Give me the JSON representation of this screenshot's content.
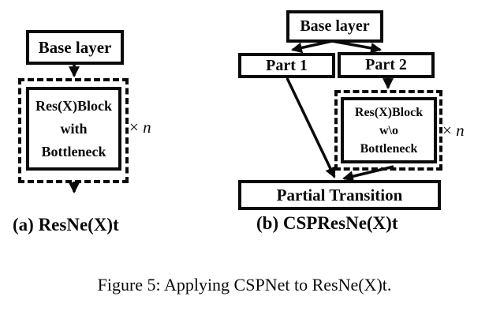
{
  "caption": "Figure 5: Applying CSPNet to ResNe(X)t.",
  "colors": {
    "ink": "#0a0a0a",
    "background": "#ffffff"
  },
  "diagram_a": {
    "label": "(a) ResNe(X)t",
    "base_layer": "Base layer",
    "block": {
      "line1": "Res(X)Block",
      "line2": "with",
      "line3": "Bottleneck"
    },
    "multiplier": {
      "times": "×",
      "n": "n"
    }
  },
  "diagram_b": {
    "label": "(b) CSPResNe(X)t",
    "base_layer": "Base layer",
    "part1": "Part 1",
    "part2": "Part 2",
    "block": {
      "line1": "Res(X)Block",
      "line2": "w\\o",
      "line3": "Bottleneck"
    },
    "multiplier": {
      "times": "×",
      "n": "n"
    },
    "partial_transition": "Partial Transition"
  }
}
